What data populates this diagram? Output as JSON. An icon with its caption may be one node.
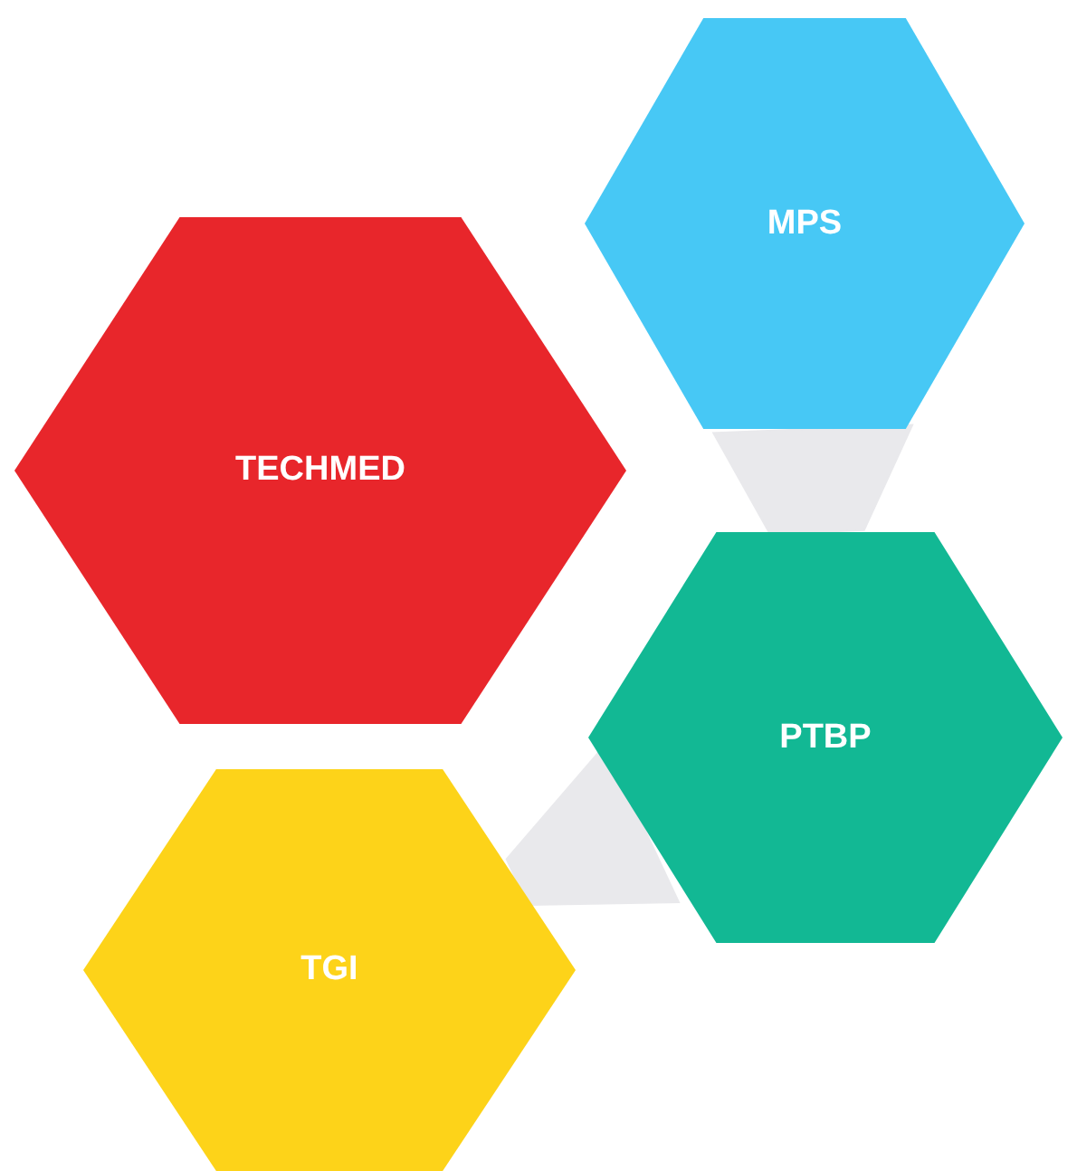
{
  "diagram": {
    "nodes": [
      {
        "text": [
          "MPS"
        ]
      },
      {
        "text": [
          "TECHMED"
        ]
      },
      {
        "text": [
          "PTBP"
        ]
      },
      {
        "text": [
          "TGI"
        ]
      }
    ],
    "edges": [
      {
        "from": 0,
        "to": 2,
        "arrow": "none"
      },
      {
        "from": 2,
        "to": 3,
        "arrow": "none"
      }
    ]
  }
}
